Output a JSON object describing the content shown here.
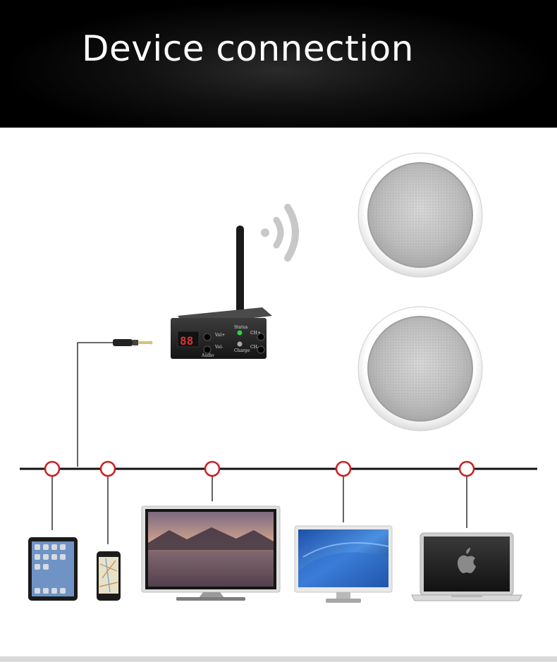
{
  "header": {
    "title": "Device connection"
  },
  "transmitter": {
    "display": "88",
    "labels": {
      "vol_up": "Vol+",
      "vol_down": "Vol-",
      "status": "Status",
      "charge": "Charge",
      "ch_up": "CH+",
      "ch_down": "CH-",
      "audio": "Audio"
    }
  },
  "colors": {
    "banner": "#000000",
    "title": "#ffffff",
    "node_ring": "#cc1f1f",
    "bus_line": "#111111",
    "wireless_icon": "#c8c8c8"
  },
  "icons": [
    "wireless-signal-icon",
    "apple-logo-icon",
    "audio-jack-icon"
  ]
}
